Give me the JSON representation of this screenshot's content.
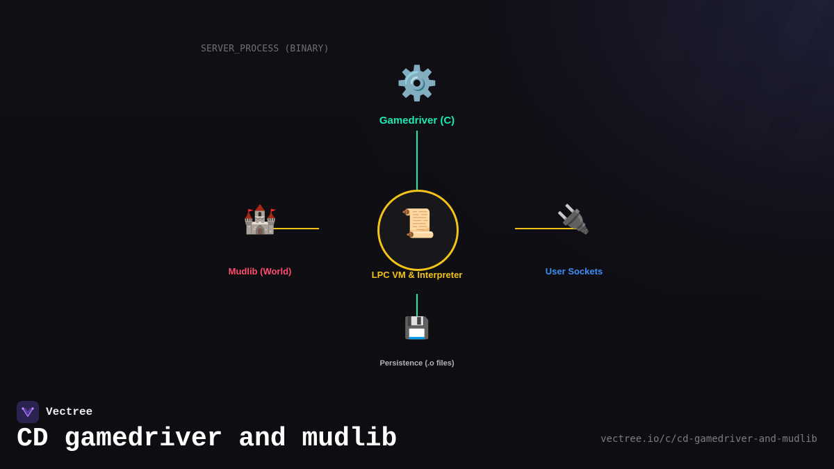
{
  "diagram": {
    "region_label": "SERVER_PROCESS (BINARY)",
    "nodes": {
      "gamedriver": {
        "label": "Gamedriver (C)",
        "icon": "gear-icon",
        "color": "#1de9b6"
      },
      "mudlib": {
        "label": "Mudlib (World)",
        "icon": "castle-icon",
        "color": "#ff4d6d"
      },
      "vm": {
        "label": "LPC VM & Interpreter",
        "icon": "scroll-icon",
        "color": "#f2c318"
      },
      "sockets": {
        "label": "User Sockets",
        "icon": "plug-icon",
        "color": "#3b8ff5"
      },
      "persistence": {
        "label": "Persistence (.o files)",
        "icon": "floppy-disk-icon",
        "color": "#b3b3b8"
      }
    },
    "edges": [
      {
        "from": "gamedriver",
        "to": "vm",
        "color": "#1de9b6"
      },
      {
        "from": "mudlib",
        "to": "vm",
        "color": "#f2c318"
      },
      {
        "from": "vm",
        "to": "sockets",
        "color": "#f2c318"
      },
      {
        "from": "vm",
        "to": "persistence",
        "color": "#1de9b6"
      }
    ]
  },
  "footer": {
    "brand_name": "Vectree",
    "brand_icon": "vectree-logo-icon",
    "title": "CD gamedriver and mudlib",
    "url": "vectree.io/c/cd-gamedriver-and-mudlib"
  }
}
